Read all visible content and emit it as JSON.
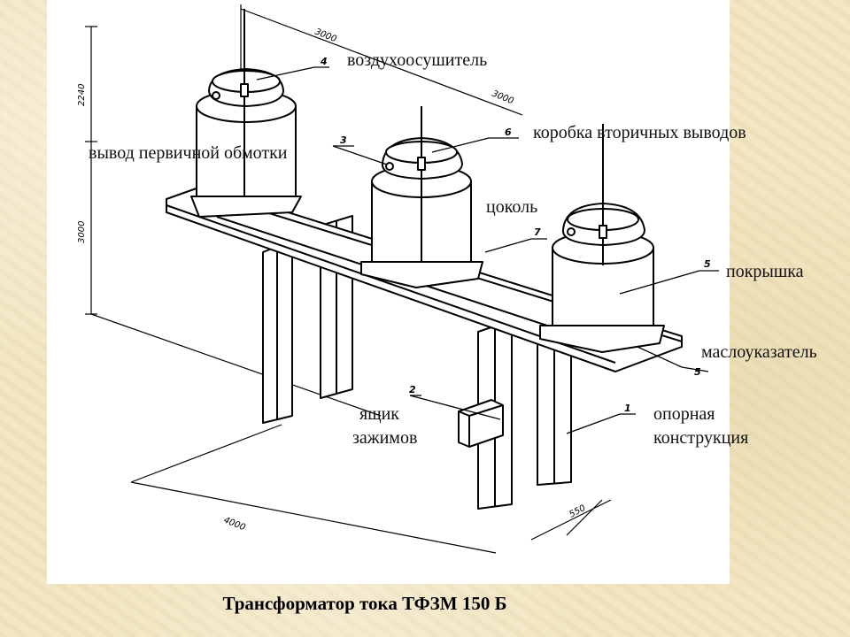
{
  "labels": {
    "air_dryer": "воздухоосушитель",
    "secondary_box": "коробка вторичных выводов",
    "primary_output": "вывод первичной обмотки",
    "base": "цоколь",
    "cover": "покрышка",
    "oil_indicator": "маслоуказатель",
    "terminal_box_line1": "ящик",
    "terminal_box_line2": "зажимов",
    "support_line1": "опорная",
    "support_line2": "конструкция"
  },
  "dimensions": {
    "d1": "3000",
    "d2": "3000",
    "d3": "2240",
    "d4": "3000",
    "d5": "4000",
    "d6": "550"
  },
  "callouts": [
    "1",
    "2",
    "3",
    "4",
    "5",
    "6",
    "7",
    "5"
  ],
  "caption": "Трансформатор тока ТФЗМ 150 Б"
}
